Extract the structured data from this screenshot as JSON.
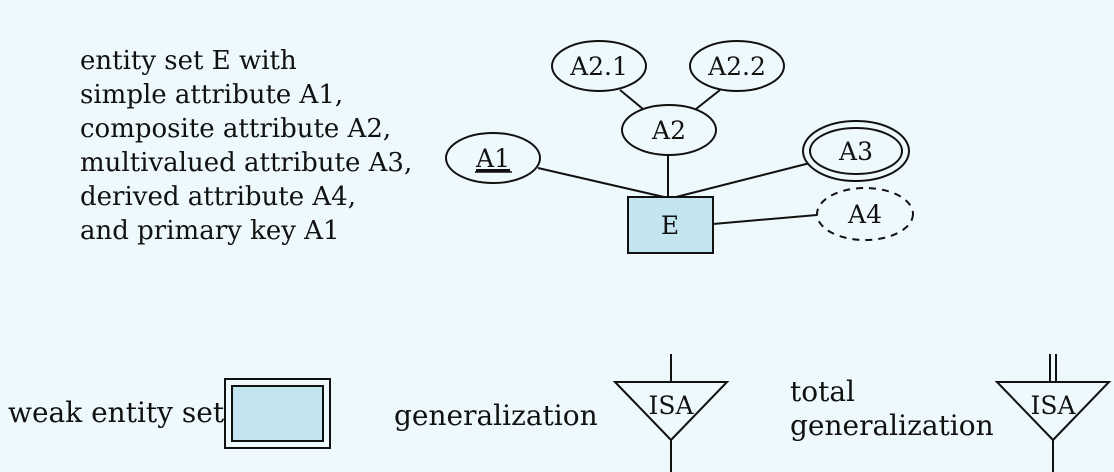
{
  "description": {
    "lines": [
      "entity set E with",
      "simple attribute A1,",
      "composite attribute A2,",
      "multivalued attribute A3,",
      "derived attribute A4,",
      "and primary key A1"
    ]
  },
  "er": {
    "entity_label": "E",
    "attr_a1": "A1",
    "attr_a2": "A2",
    "attr_a21": "A2.1",
    "attr_a22": "A2.2",
    "attr_a3": "A3",
    "attr_a4": "A4"
  },
  "legend": {
    "weak_entity_label": "weak entity set",
    "generalization_label": "generalization",
    "isa_label": "ISA",
    "total_gen_line1": "total",
    "total_gen_line2": "generalization",
    "isa_total_label": "ISA"
  },
  "colors": {
    "background": "#eef9fd",
    "entity_fill": "#c3e5f0",
    "attribute_fill": "#eef9fd",
    "stroke": "#111111"
  }
}
